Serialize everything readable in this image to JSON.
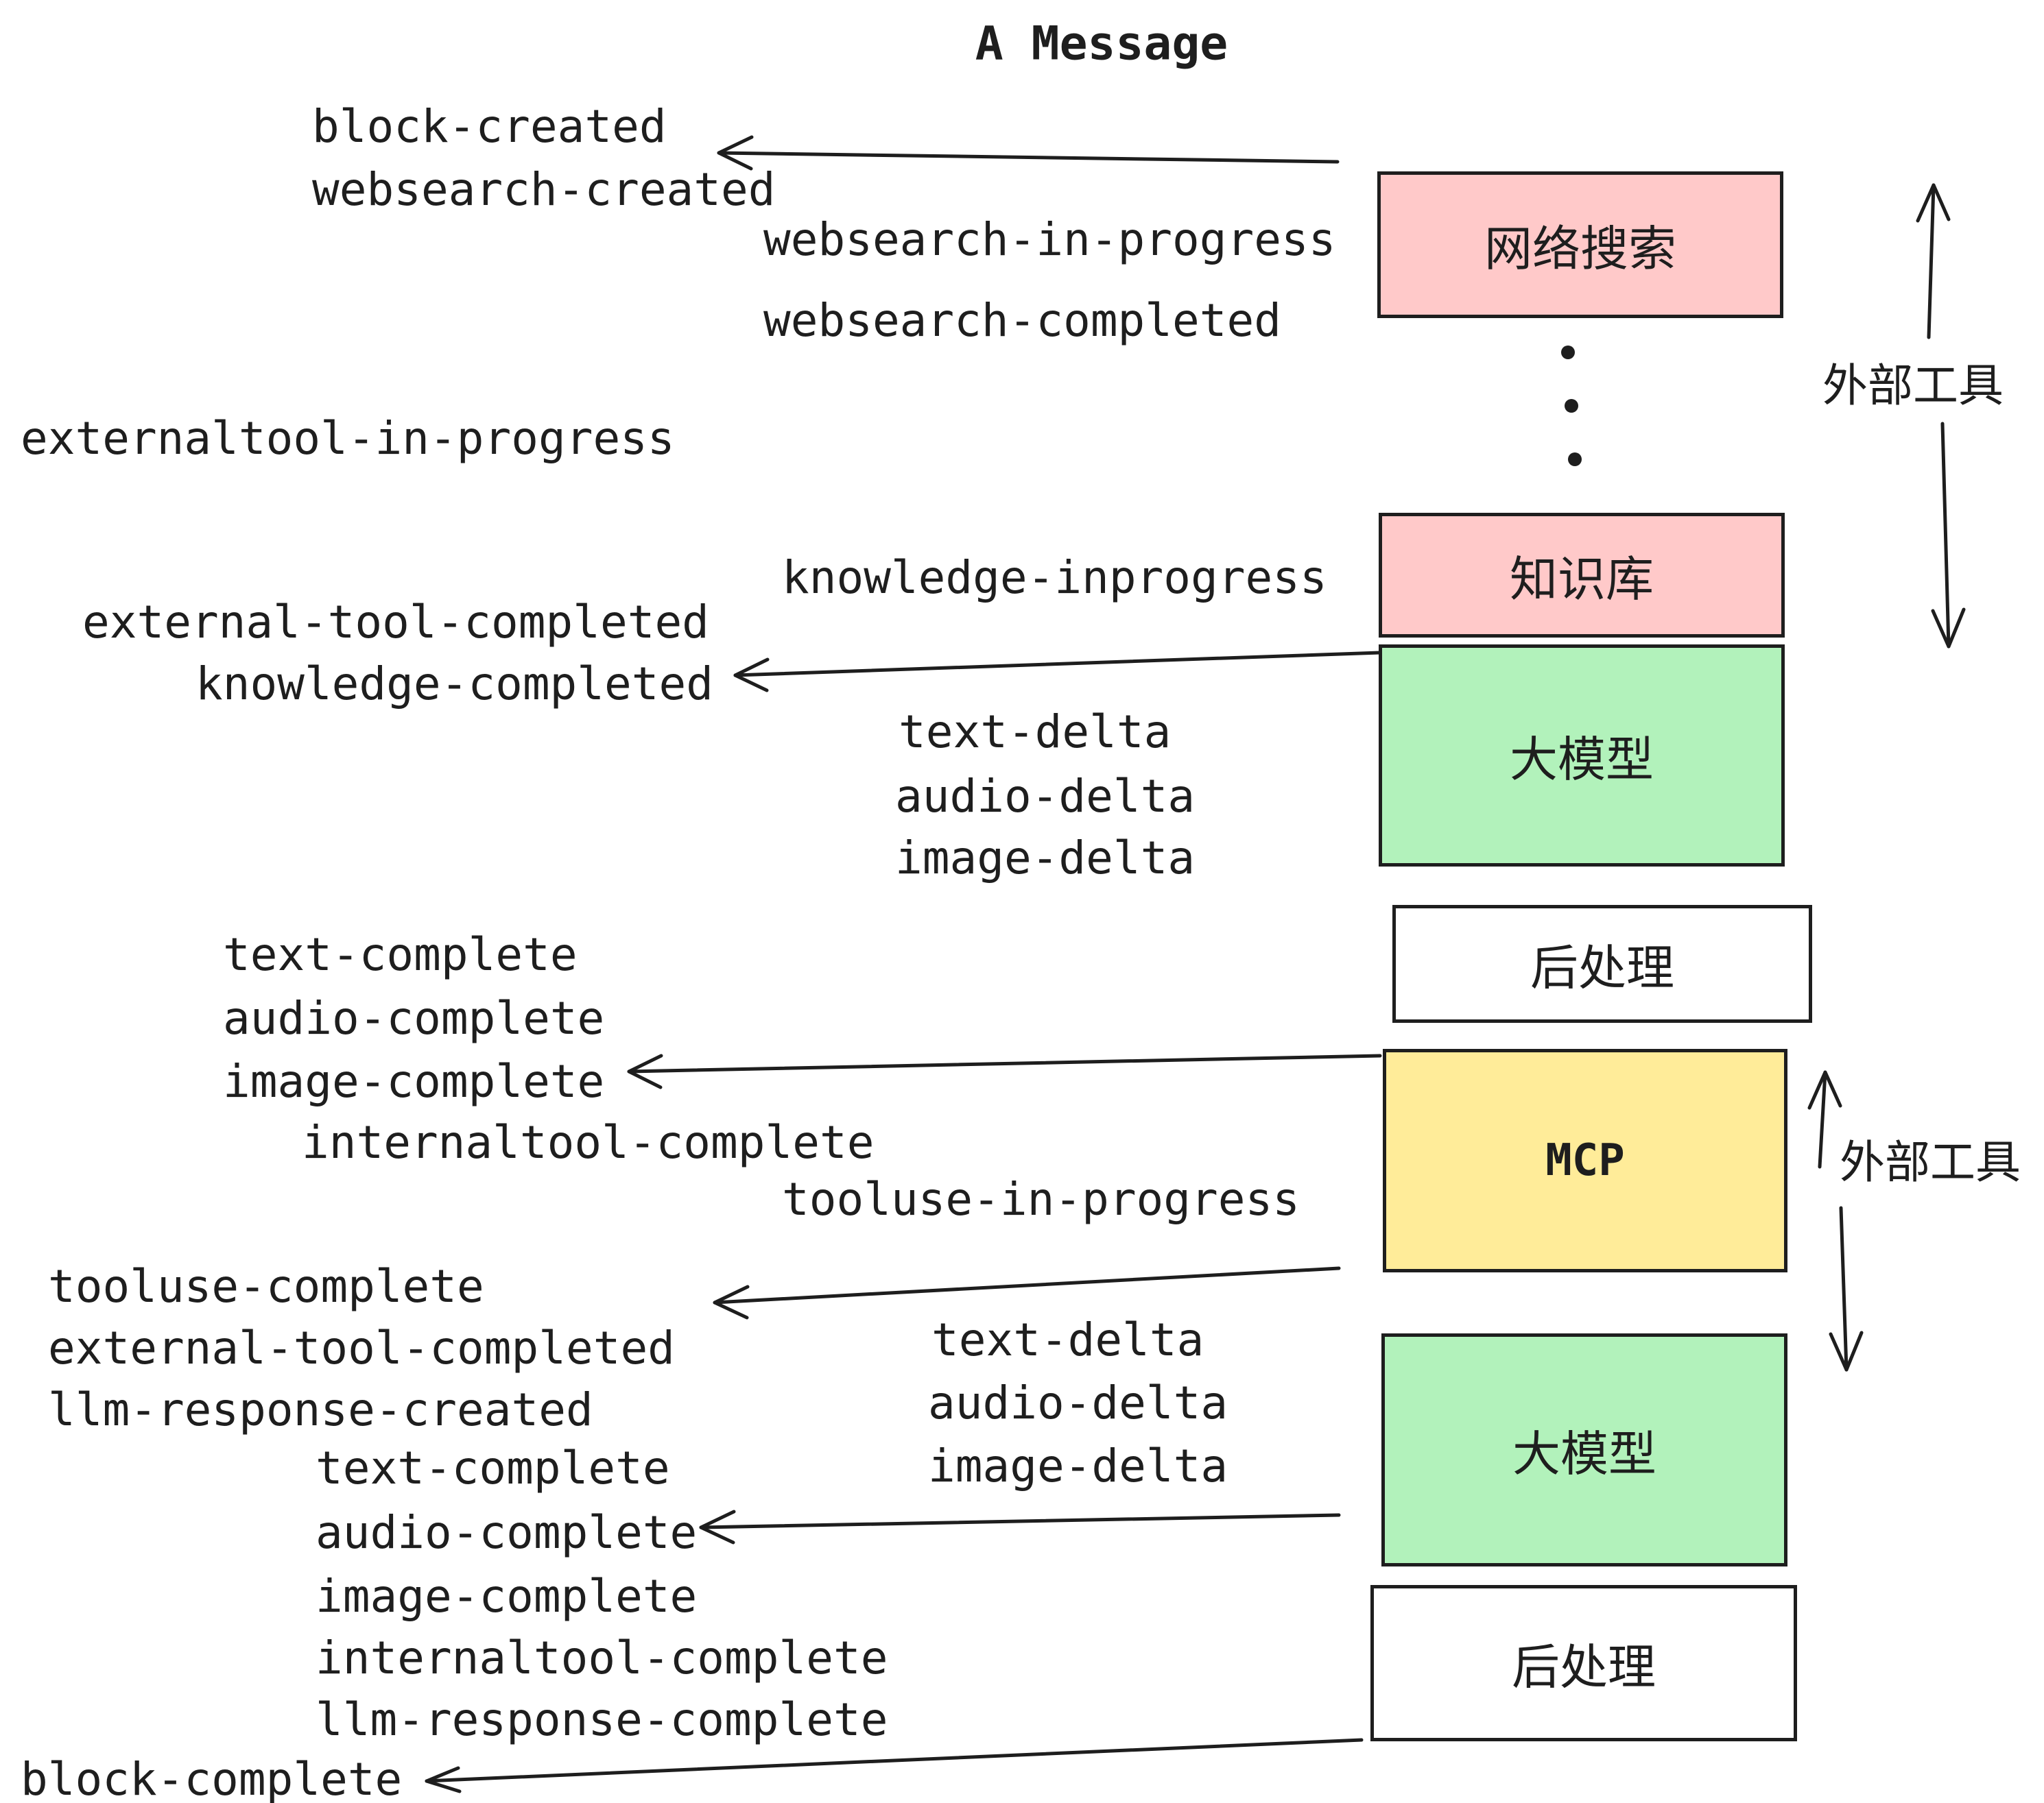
{
  "title": "A Message",
  "boxes": [
    {
      "label": "网络搜索",
      "color": "#ffc9c9"
    },
    {
      "label": "知识库",
      "color": "#ffc9c9"
    },
    {
      "label": "大模型",
      "color": "#b2f2bb"
    },
    {
      "label": "后处理",
      "color": "#ffffff"
    },
    {
      "label": "MCP",
      "color": "#ffec99"
    },
    {
      "label": "大模型",
      "color": "#b2f2bb"
    },
    {
      "label": "后处理",
      "color": "#ffffff"
    }
  ],
  "annotations": {
    "external_tools_top": "外部工具",
    "external_tools_bottom": "外部工具"
  },
  "events": {
    "block_created": "block-created",
    "websearch_created": "websearch-created",
    "websearch_in_progress": "websearch-in-progress",
    "websearch_completed": "websearch-completed",
    "externaltool_in_progress": "externaltool-in-progress",
    "knowledge_inprogress": "knowledge-inprogress",
    "external_tool_completed_1": "external-tool-completed",
    "knowledge_completed": "knowledge-completed",
    "text_delta_1": "text-delta",
    "audio_delta_1": "audio-delta",
    "image_delta_1": "image-delta",
    "text_complete_1": "text-complete",
    "audio_complete_1": "audio-complete",
    "image_complete_1": "image-complete",
    "internaltool_complete_1": "internaltool-complete",
    "tooluse_in_progress": "tooluse-in-progress",
    "tooluse_complete": "tooluse-complete",
    "external_tool_completed_2": "external-tool-completed",
    "llm_response_created": "llm-response-created",
    "text_complete_2": "text-complete",
    "audio_complete_2": "audio-complete",
    "image_complete_2": "image-complete",
    "internaltool_complete_2": "internaltool-complete",
    "llm_response_complete": "llm-response-complete",
    "block_complete": "block-complete",
    "text_delta_2": "text-delta",
    "audio_delta_2": "audio-delta",
    "image_delta_2": "image-delta"
  },
  "icons": {
    "vertical_ellipsis": "⋮ (three stacked dots between 网络搜索 and 知识库)"
  },
  "colors": {
    "background": "#ffffff",
    "stroke": "#1e1e1e",
    "text": "#1e1e1e",
    "pink": "#ffc9c9",
    "green": "#b2f2bb",
    "yellow": "#ffec99",
    "white": "#ffffff"
  }
}
